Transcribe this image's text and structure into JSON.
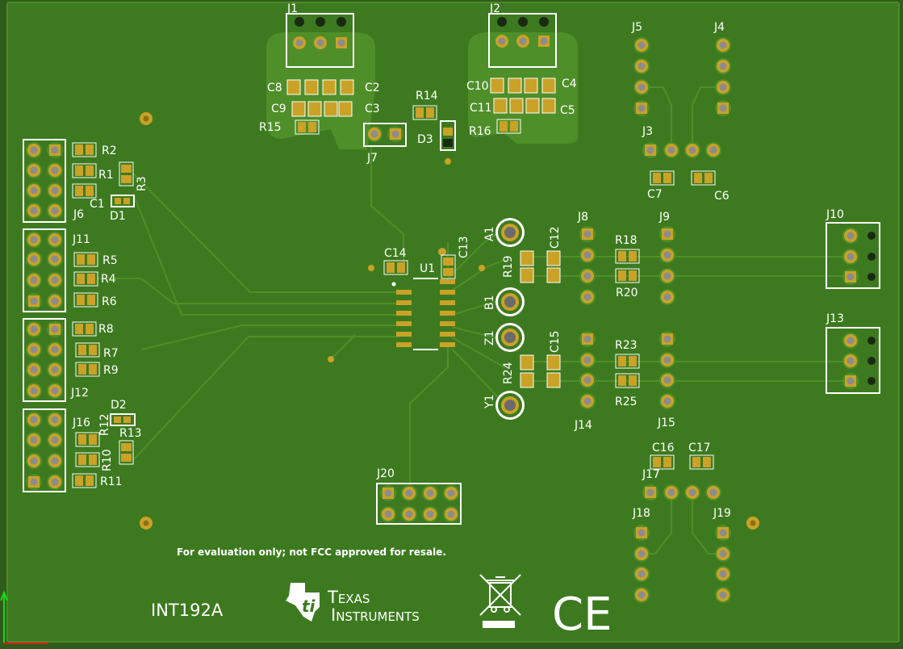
{
  "board": {
    "name": "INT192A",
    "disclaimer": "For evaluation only; not FCC approved for resale.",
    "logo_line1": "Texas",
    "logo_line2": "Instruments",
    "ce_mark": "CE",
    "colors": {
      "background": "#2f5c1c",
      "board": "#3d7a1f",
      "copper": "#4f8f29",
      "pad": "#c9a227",
      "silkscreen": "#ffffff",
      "drill": "#8c8c8c"
    }
  },
  "refdes": {
    "J1": "J1",
    "J2": "J2",
    "J3": "J3",
    "J4": "J4",
    "J5": "J5",
    "J6": "J6",
    "J7": "J7",
    "J8": "J8",
    "J9": "J9",
    "J10": "J10",
    "J11": "J11",
    "J12": "J12",
    "J13": "J13",
    "J14": "J14",
    "J15": "J15",
    "J16": "J16",
    "J17": "J17",
    "J18": "J18",
    "J19": "J19",
    "J20": "J20",
    "C1": "C1",
    "C2": "C2",
    "C3": "C3",
    "C4": "C4",
    "C5": "C5",
    "C6": "C6",
    "C7": "C7",
    "C8": "C8",
    "C9": "C9",
    "C10": "C10",
    "C11": "C11",
    "C12": "C12",
    "C13": "C13",
    "C14": "C14",
    "C15": "C15",
    "C16": "C16",
    "C17": "C17",
    "R1": "R1",
    "R2": "R2",
    "R3": "R3",
    "R4": "R4",
    "R5": "R5",
    "R6": "R6",
    "R7": "R7",
    "R8": "R8",
    "R9": "R9",
    "R10": "R10",
    "R11": "R11",
    "R12": "R12",
    "R13": "R13",
    "R14": "R14",
    "R15": "R15",
    "R16": "R16",
    "R18": "R18",
    "R19": "R19",
    "R20": "R20",
    "R23": "R23",
    "R24": "R24",
    "R25": "R25",
    "D1": "D1",
    "D2": "D2",
    "D3": "D3",
    "U1": "U1",
    "A1": "A1",
    "B1": "B1",
    "Z1": "Z1",
    "Y1": "Y1"
  }
}
